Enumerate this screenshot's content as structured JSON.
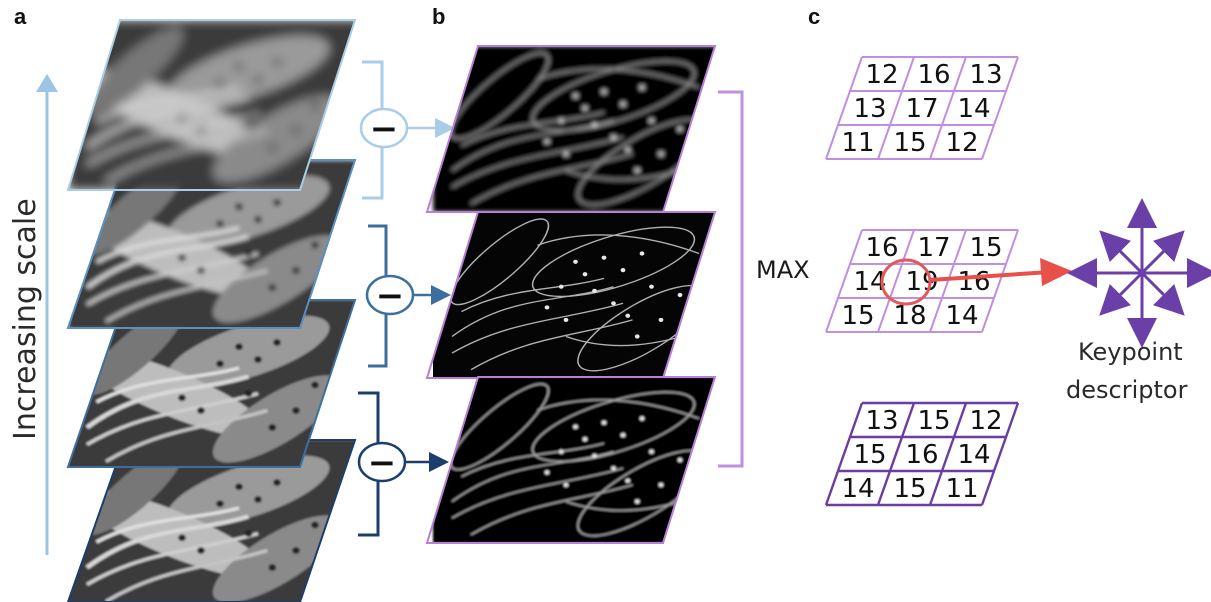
{
  "panels": {
    "a": "a",
    "b": "b",
    "c": "c"
  },
  "axis_label": "Increasing scale",
  "max_label": "MAX",
  "minus_symbol": "−",
  "descriptor": {
    "line1": "Keypoint",
    "line2": "descriptor"
  },
  "grids": [
    {
      "name": "top",
      "rows": [
        [
          "12",
          "16",
          "13"
        ],
        [
          "13",
          "17",
          "14"
        ],
        [
          "11",
          "15",
          "12"
        ]
      ]
    },
    {
      "name": "middle",
      "rows": [
        [
          "16",
          "17",
          "15"
        ],
        [
          "14",
          "19",
          "16"
        ],
        [
          "15",
          "18",
          "14"
        ]
      ]
    },
    {
      "name": "bottom",
      "rows": [
        [
          "13",
          "15",
          "12"
        ],
        [
          "15",
          "16",
          "14"
        ],
        [
          "14",
          "15",
          "11"
        ]
      ]
    }
  ],
  "highlight": {
    "grid": "middle",
    "value": "19"
  },
  "colors": {
    "scale_arrow": "#9cc4e4",
    "frame_light": "#a9cde6",
    "frame_mid": "#3c6f9e",
    "frame_dark": "#1c3e6e",
    "dog_frame": "#b77fd6",
    "grid_top": "#c08fe0",
    "grid_bottom": "#6a3ea0",
    "circle": "#e05a5a",
    "arrow": "#e8504a",
    "descriptor": "#6b3fa8"
  }
}
